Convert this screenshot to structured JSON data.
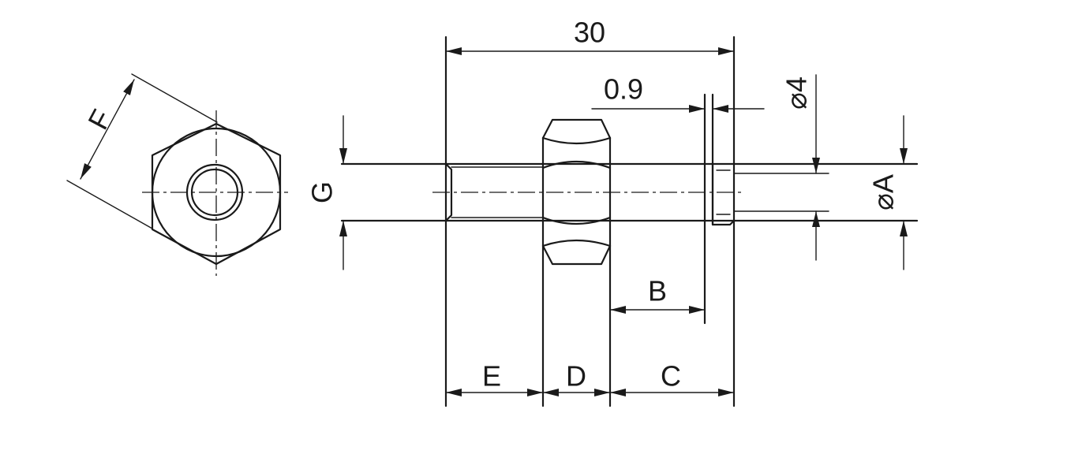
{
  "labels": {
    "overall_length": "30",
    "groove_width": "0.9",
    "pin_diameter": "⌀4",
    "diameter_a": "⌀A",
    "across_flats": "F",
    "dim_g": "G",
    "dim_b": "B",
    "dim_c": "C",
    "dim_d": "D",
    "dim_e": "E"
  }
}
